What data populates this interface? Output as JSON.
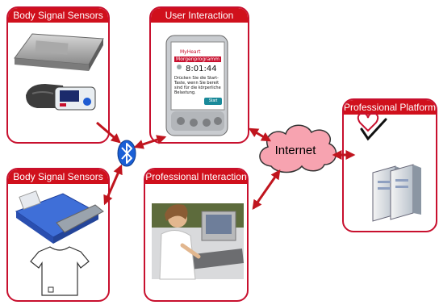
{
  "panels": {
    "body_sensors_top": "Body Signal Sensors",
    "body_sensors_bottom": "Body Signal Sensors",
    "user_interaction": "User Interaction",
    "professional_interaction": "Professional Interaction",
    "professional_platform": "Professional Platform"
  },
  "cloud": {
    "label": "Internet"
  },
  "pda": {
    "header": "MyHeart",
    "title": "Morgenprogramm",
    "time": "8:01:44",
    "body": "Drücken Sie die Start-Taste, wenn Sie bereit sind für die körperliche Belastung.",
    "start_button": "Start"
  },
  "colors": {
    "panel_border": "#c8102e",
    "panel_title_bg": "#d0101c",
    "arrow": "#c0151e",
    "cloud": "#f7a3b0",
    "bluetooth": "#1a5fd6"
  },
  "icons": [
    "bluetooth-icon",
    "cloud-icon",
    "heart-check-icon",
    "server-icon",
    "pda-icon",
    "scale-icon",
    "blood-pressure-monitor-icon",
    "bed-sensor-icon",
    "tshirt-icon",
    "monitor-workstation-icon"
  ]
}
